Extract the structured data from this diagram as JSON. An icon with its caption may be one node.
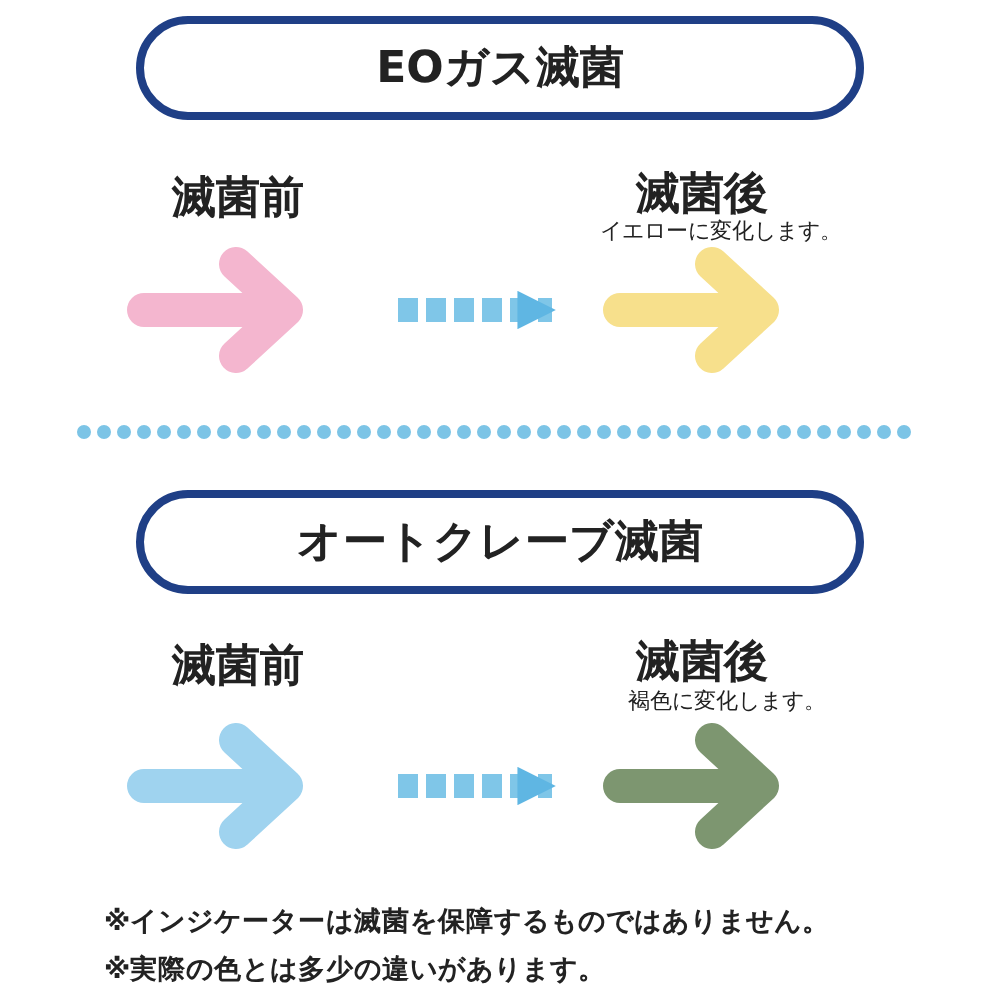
{
  "diagram": {
    "nodes": [
      {
        "text": [
          "EOガス滅菌"
        ]
      },
      {
        "text": [],
        "shape": "arrow",
        "beside": [
          "滅菌前"
        ]
      },
      {
        "text": [],
        "shape": "arrow",
        "beside": [
          "滅菌後",
          "イエローに変化します。"
        ]
      },
      {
        "text": [
          "オートクレーブ滅菌"
        ]
      },
      {
        "text": [],
        "shape": "arrow",
        "beside": [
          "滅菌前"
        ]
      },
      {
        "text": [],
        "shape": "arrow",
        "beside": [
          "滅菌後",
          "褐色に変化します。"
        ]
      }
    ],
    "edges": [
      {
        "from": 1,
        "to": 2,
        "arrow": "to"
      },
      {
        "from": 4,
        "to": 5,
        "arrow": "to"
      }
    ],
    "labels": [
      "※インジケーターは滅菌を保障するものではありません。",
      "※実際の色とは多少の違いがあります。"
    ]
  }
}
